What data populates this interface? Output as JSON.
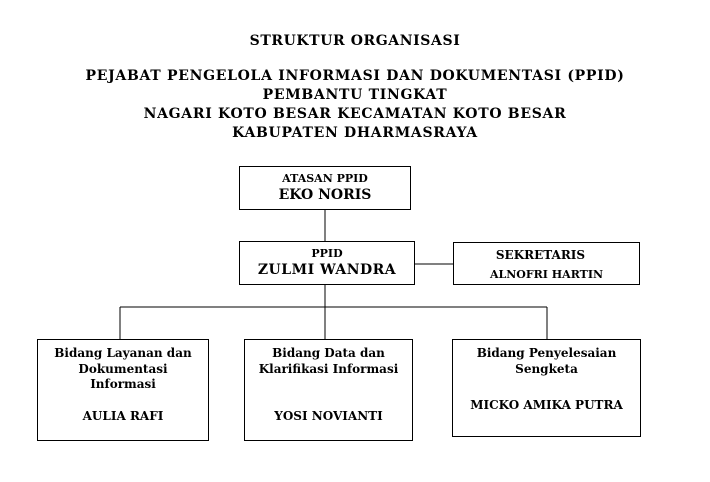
{
  "title": {
    "main": "STRUKTUR ORGANISASI",
    "line1": "PEJABAT PENGELOLA INFORMASI DAN DOKUMENTASI (PPID)",
    "line2": "PEMBANTU TINGKAT",
    "line3": "NAGARI KOTO BESAR KECAMATAN KOTO BESAR",
    "line4": "KABUPATEN DHARMASRAYA"
  },
  "atasan": {
    "role": "ATASAN PPID",
    "name": "EKO NORIS"
  },
  "ppid": {
    "role": "PPID",
    "name": "ZULMI WANDRA"
  },
  "sekretaris": {
    "role": "SEKRETARIS",
    "name": "ALNOFRI HARTIN"
  },
  "bidang": [
    {
      "line1": "Bidang Layanan dan",
      "line2": "Dokumentasi",
      "line3": "Informasi",
      "name": "AULIA RAFI"
    },
    {
      "line1": "Bidang Data dan",
      "line2": "Klarifikasi Informasi",
      "name": "YOSI NOVIANTI"
    },
    {
      "line1": "Bidang Penyelesaian",
      "line2": "Sengketa",
      "name": "MICKO AMIKA PUTRA"
    }
  ]
}
